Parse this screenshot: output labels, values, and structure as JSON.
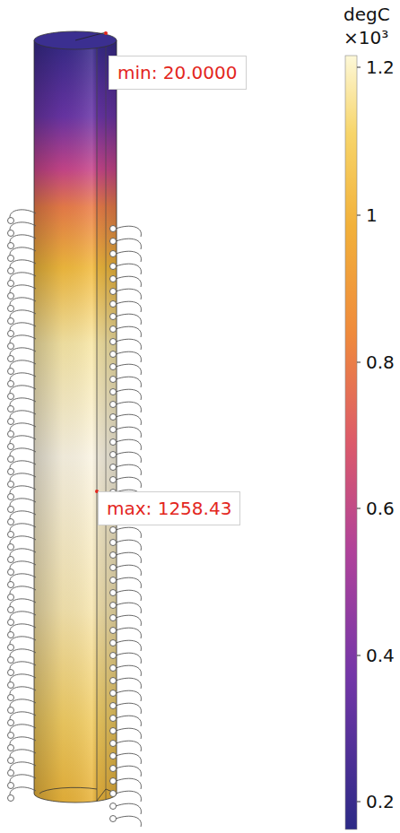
{
  "diagram": {
    "nodes": [
      {
        "text": [
          "min: 20.0000"
        ]
      },
      {
        "text": [
          "max: 1258.43"
        ]
      }
    ],
    "labels": [
      "degC",
      "×10³",
      "1.2",
      "1",
      "0.8",
      "0.6",
      "0.4",
      "0.2"
    ]
  }
}
